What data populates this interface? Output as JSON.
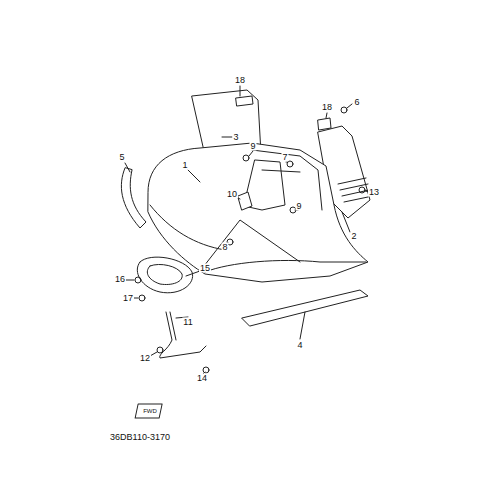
{
  "diagram": {
    "labels": [
      "18",
      "18",
      "6",
      "3",
      "9",
      "5",
      "7",
      "1",
      "13",
      "10",
      "9",
      "2",
      "8",
      "15",
      "16",
      "17",
      "11",
      "4",
      "12",
      "14",
      "FWD",
      "36DB110-3170"
    ]
  }
}
